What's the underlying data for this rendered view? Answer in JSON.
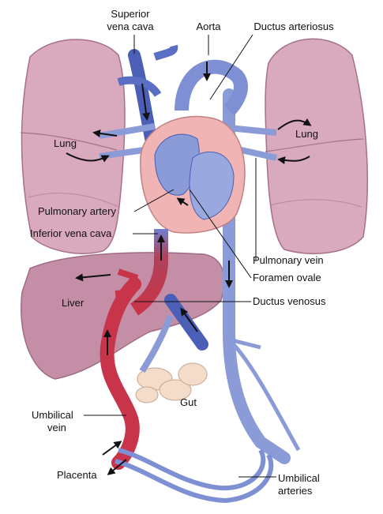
{
  "colors": {
    "lung_fill": "#d9a9bd",
    "lung_stroke": "#a7708a",
    "liver_fill": "#c48ea6",
    "vein_blue": "#7f8fd3",
    "vein_blue_dark": "#4a5fb5",
    "oxygenated_red": "#c8354a",
    "heart_pink": "#f0b4b4",
    "gut_fill": "#f3dcc9"
  },
  "labels": {
    "superior_vena_cava": [
      "Superior",
      "vena cava"
    ],
    "aorta": "Aorta",
    "ductus_arteriosus": "Ductus arteriosus",
    "lung_left": "Lung",
    "lung_right": "Lung",
    "pulmonary_artery": "Pulmonary artery",
    "inferior_vena_cava": "Inferior vena cava",
    "pulmonary_vein": "Pulmonary vein",
    "foramen_ovale": "Foramen ovale",
    "liver": "Liver",
    "ductus_venosus": "Ductus venosus",
    "gut": "Gut",
    "umbilical_vein": [
      "Umbilical",
      "vein"
    ],
    "placenta": "Placenta",
    "umbilical_arteries": [
      "Umbilical",
      "arteries"
    ]
  }
}
